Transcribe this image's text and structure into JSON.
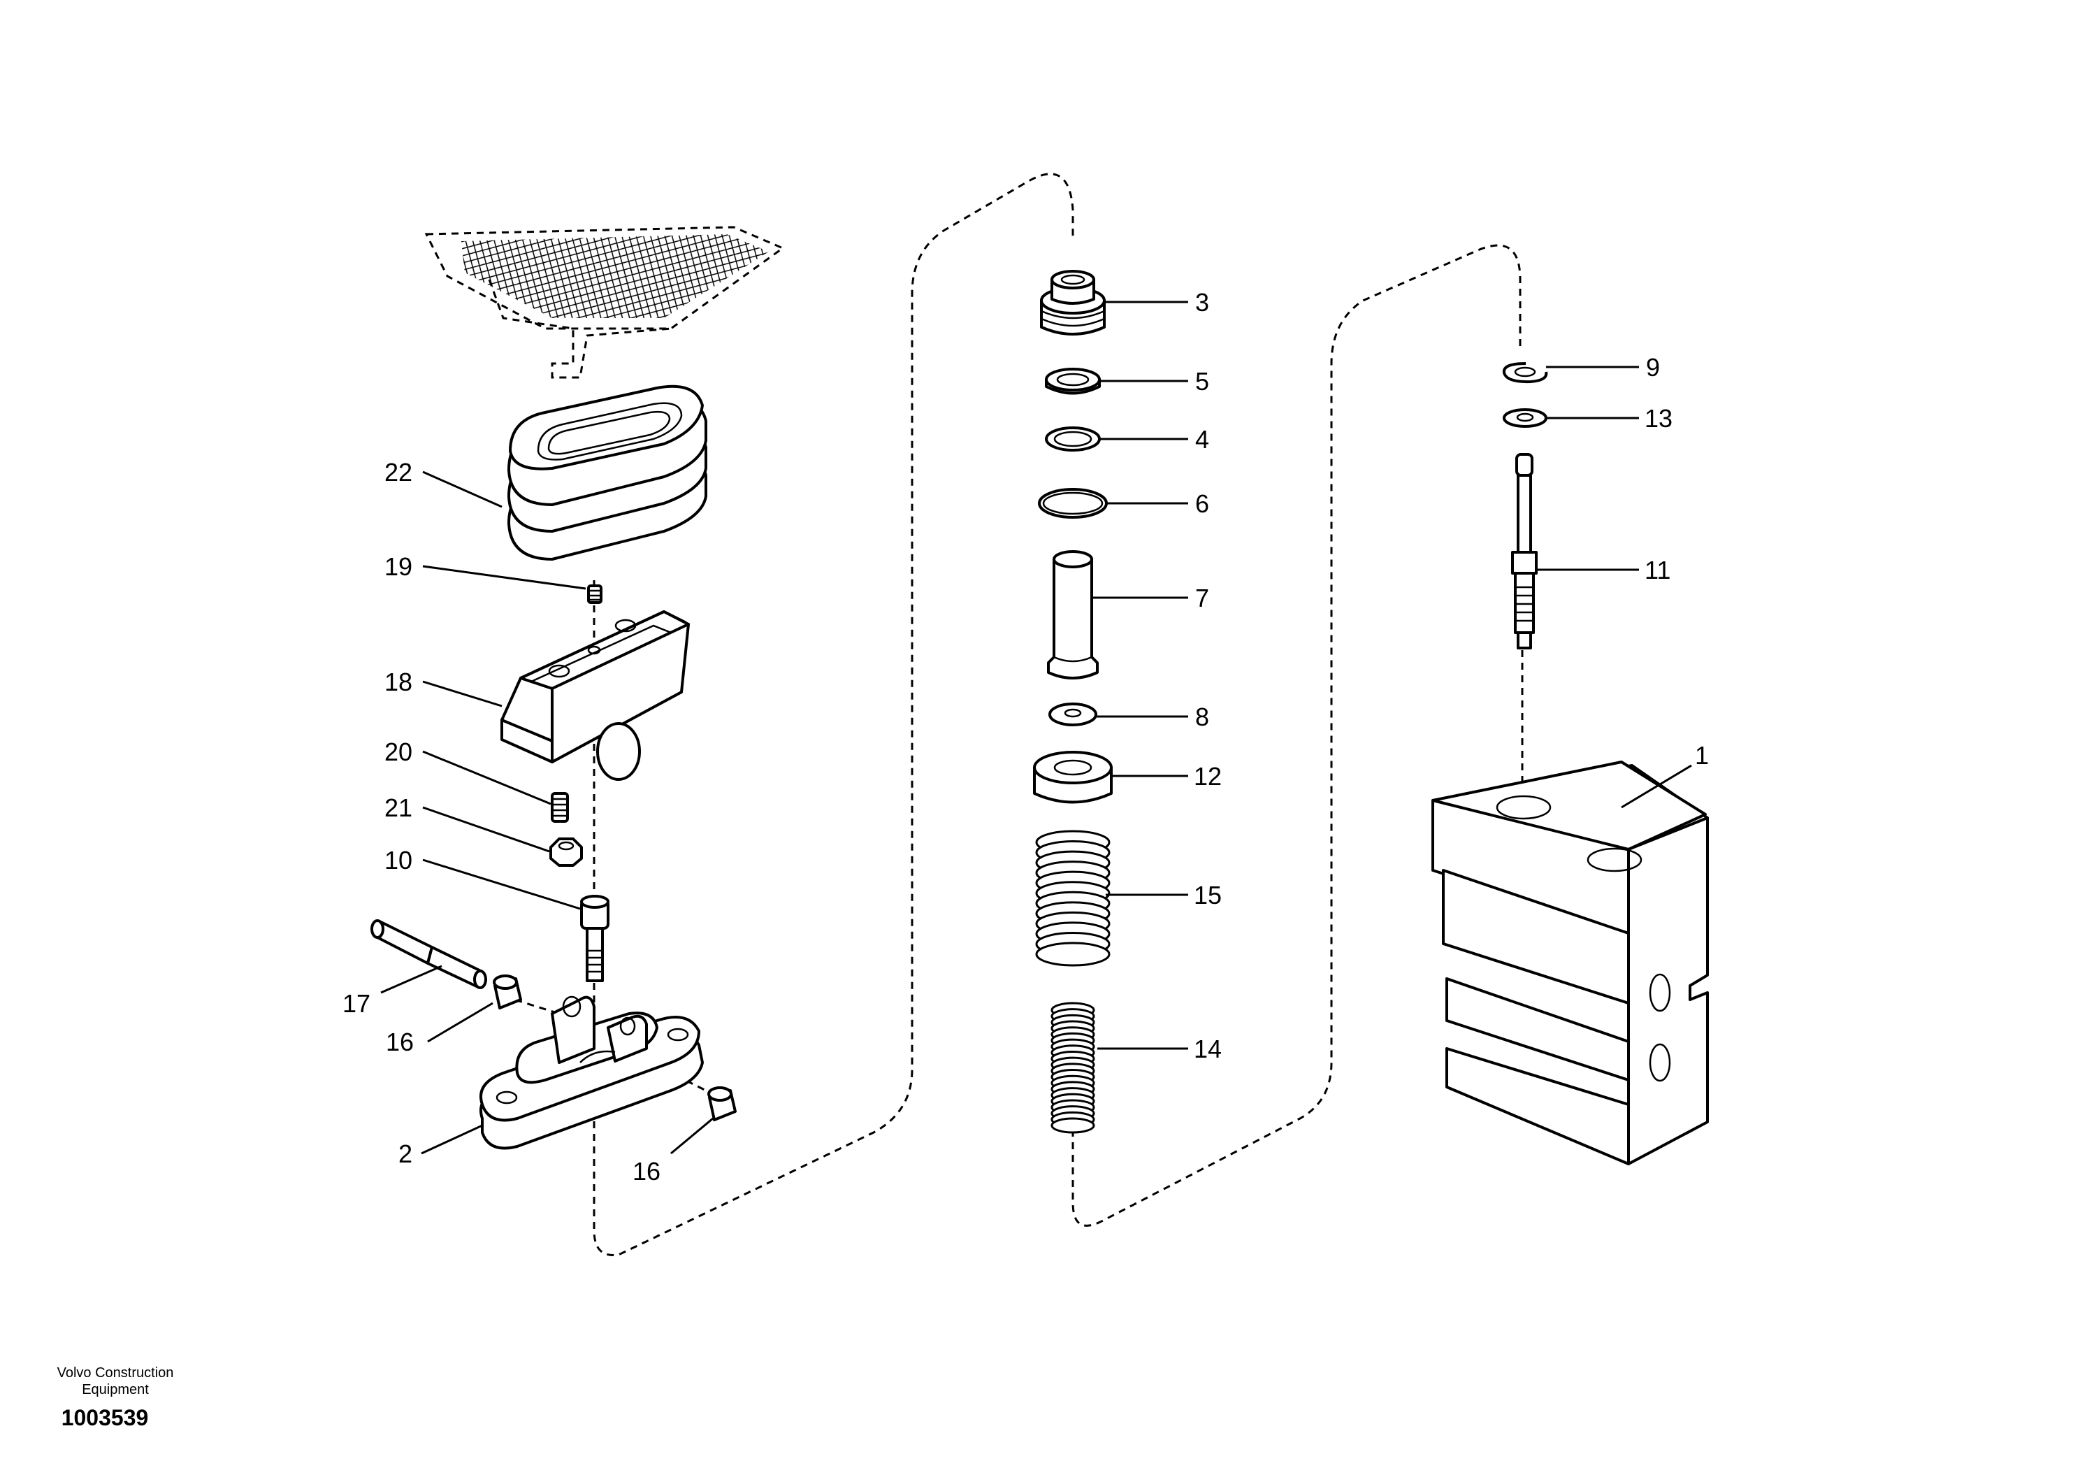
{
  "footer": {
    "brand_line1": "Volvo Construction",
    "brand_line2": "Equipment",
    "document_number": "1003539"
  },
  "callouts": {
    "c1": "1",
    "c2": "2",
    "c3": "3",
    "c4": "4",
    "c5": "5",
    "c6": "6",
    "c7": "7",
    "c8": "8",
    "c9": "9",
    "c10": "10",
    "c11": "11",
    "c12": "12",
    "c13": "13",
    "c14": "14",
    "c15": "15",
    "c16a": "16",
    "c16b": "16",
    "c17": "17",
    "c18": "18",
    "c19": "19",
    "c20": "20",
    "c21": "21",
    "c22": "22"
  }
}
